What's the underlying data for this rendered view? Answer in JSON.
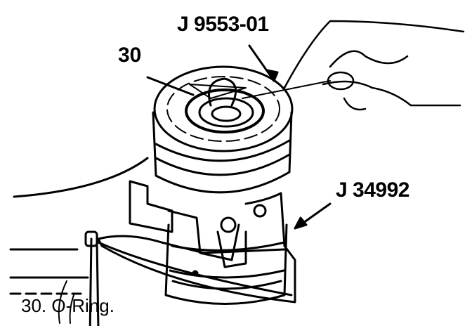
{
  "figure": {
    "callouts": {
      "tool_remover": "J 9553-01",
      "part_number": "30",
      "tool_holder": "J 34992"
    },
    "legend": "30.  O-Ring."
  }
}
